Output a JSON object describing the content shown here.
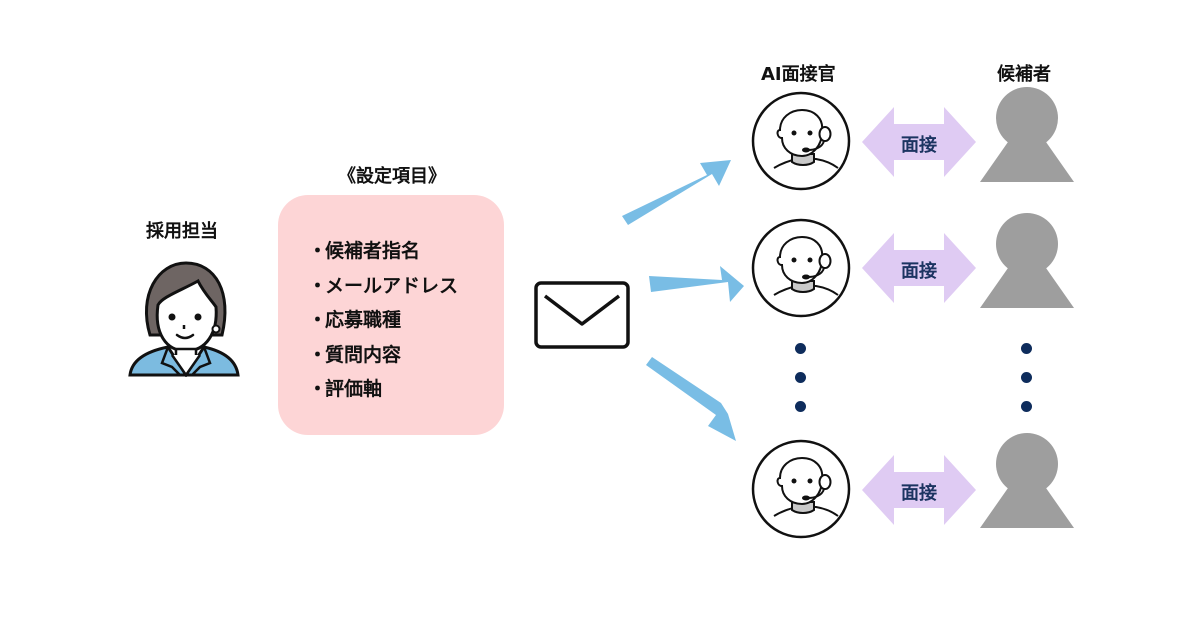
{
  "recruiter": {
    "label": "採用担当"
  },
  "settings": {
    "title": "《設定項目》",
    "bullet": "・",
    "items": [
      "候補者指名",
      "メールアドレス",
      "応募職種",
      "質問内容",
      "評価軸"
    ],
    "bg_color": "#fdd5d6"
  },
  "mail": {
    "icon": "envelope-icon"
  },
  "columns": {
    "ai_label": "AI面接官",
    "candidate_label": "候補者"
  },
  "rows": [
    {
      "interaction": "面接"
    },
    {
      "interaction": "面接"
    },
    {
      "interaction": "面接"
    }
  ],
  "ellipsis": "…",
  "colors": {
    "arrow_blue": "#79bde5",
    "interview_arrow": "#dfcbf3",
    "interview_text": "#1c3461",
    "candidate_gray": "#9e9e9e",
    "dots": "#0e2c5c",
    "jacket": "#7cbbe0",
    "hair": "#6e6563"
  }
}
